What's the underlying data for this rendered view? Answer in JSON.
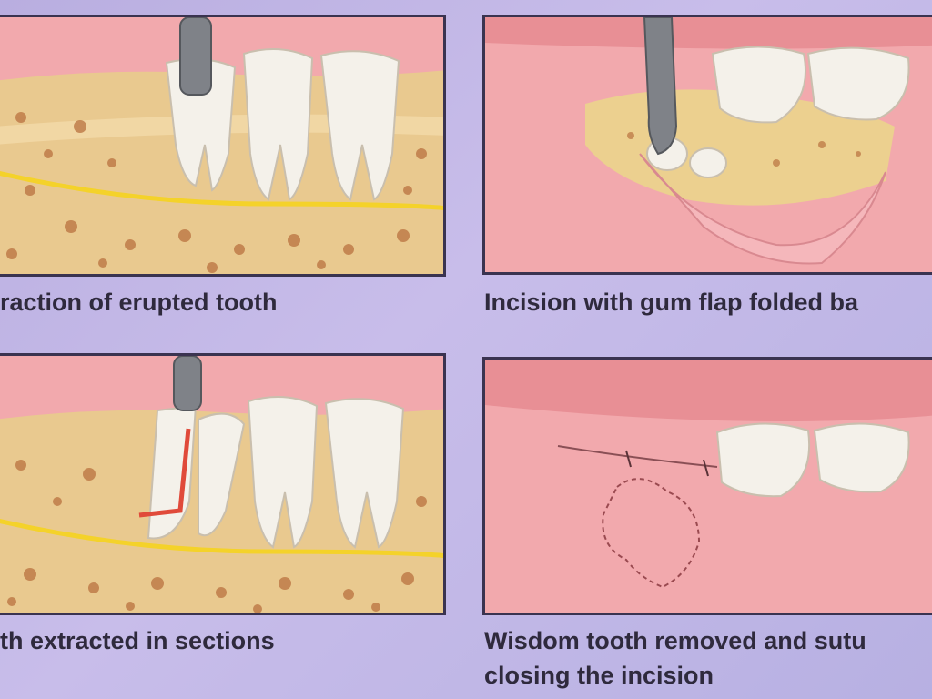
{
  "panels": [
    {
      "id": "erupted",
      "caption": "raction of erupted tooth"
    },
    {
      "id": "incision",
      "caption": "Incision with gum flap folded ba"
    },
    {
      "id": "sections",
      "caption": "th extracted in sections"
    },
    {
      "id": "sutured",
      "caption_lines": [
        "Wisdom tooth removed and sutu",
        "closing the incision"
      ]
    }
  ],
  "colors": {
    "background": "#c3b8e6",
    "gum": "#f2a9ad",
    "bone": "#e7c78f",
    "bone_spot": "#b9723f",
    "nerve": "#f4d22a",
    "tooth": "#f4f1ea",
    "instrument": "#7f8288",
    "border": "#3a3350",
    "text": "#2f2a3d"
  }
}
